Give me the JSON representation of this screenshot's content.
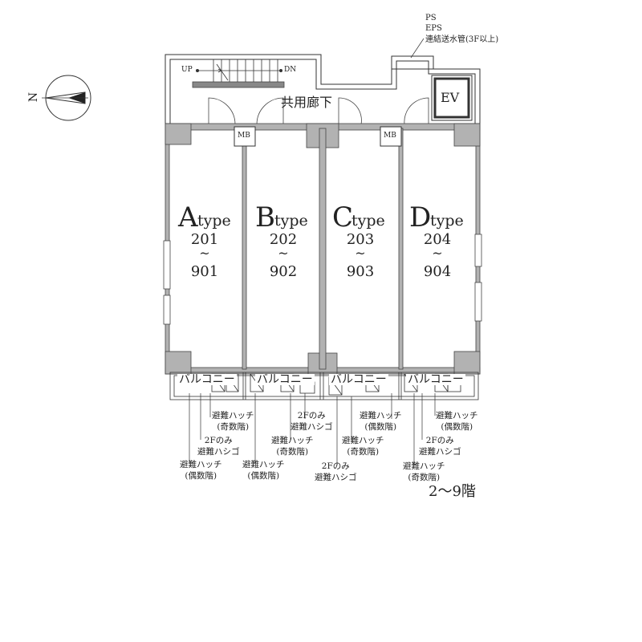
{
  "floor_label": "2〜9階",
  "corridor_label": "共用廊下",
  "ev_label": "EV",
  "mb_label": "MB",
  "stair_up": "UP",
  "stair_dn": "DN",
  "compass_label": "N",
  "shaft_labels": [
    "PS",
    "EPS",
    "連結送水管(3F以上)"
  ],
  "units": [
    {
      "letter": "A",
      "suffix": "type",
      "first": "201",
      "tilde": "~",
      "last": "901"
    },
    {
      "letter": "B",
      "suffix": "type",
      "first": "202",
      "tilde": "~",
      "last": "902"
    },
    {
      "letter": "C",
      "suffix": "type",
      "first": "203",
      "tilde": "~",
      "last": "903"
    },
    {
      "letter": "D",
      "suffix": "type",
      "first": "204",
      "tilde": "~",
      "last": "904"
    }
  ],
  "balcony_label": "バルコニー",
  "notes": {
    "a_hatch_odd": [
      "避難ハッチ",
      "(奇数階)"
    ],
    "a_ladder": [
      "2Fのみ",
      "避難ハシゴ"
    ],
    "a_hatch_even": [
      "避難ハッチ",
      "(偶数階)"
    ],
    "b_hatch_even": [
      "避難ハッチ",
      "(偶数階)"
    ],
    "b_ladder": [
      "2Fのみ",
      "避難ハシゴ"
    ],
    "b_hatch_odd": [
      "避難ハッチ",
      "(奇数階)"
    ],
    "c_ladder": [
      "2Fのみ",
      "避難ハシゴ"
    ],
    "c_hatch_odd": [
      "避難ハッチ",
      "(奇数階)"
    ],
    "c_hatch_even": [
      "避難ハッチ",
      "(偶数階)"
    ],
    "d_hatch_even": [
      "避難ハッチ",
      "(偶数階)"
    ],
    "d_ladder": [
      "2Fのみ",
      "避難ハシゴ"
    ],
    "d_hatch_odd": [
      "避難ハッチ",
      "(奇数階)"
    ]
  }
}
